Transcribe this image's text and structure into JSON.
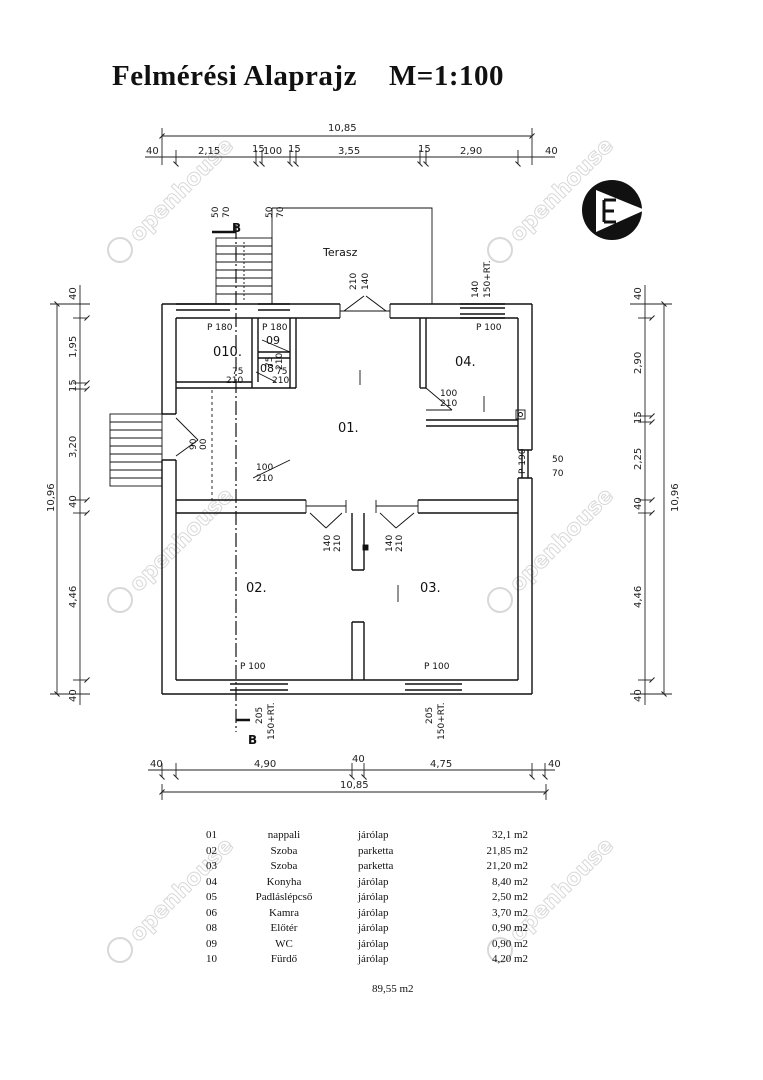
{
  "title": {
    "main": "Felmérési Alaprajz",
    "scale": "M=1:100"
  },
  "dimensions": {
    "top_total": "10,85",
    "top_parts": [
      "40",
      "2,15",
      "15",
      "100",
      "15",
      "3,55",
      "15",
      "2,90",
      "40"
    ],
    "bottom_total": "10,85",
    "bottom_parts": [
      "40",
      "4,90",
      "40",
      "4,75",
      "40"
    ],
    "left_total": "10,96",
    "left_parts": [
      "40",
      "1,95",
      "15",
      "3,20",
      "40",
      "4,46",
      "40"
    ],
    "right_total": "10,96",
    "right_parts": [
      "40",
      "2,90",
      "15",
      "2,25",
      "40",
      "4,46",
      "40"
    ]
  },
  "plan": {
    "rooms": [
      {
        "id": "01.",
        "label": "01."
      },
      {
        "id": "02.",
        "label": "02."
      },
      {
        "id": "03.",
        "label": "03."
      },
      {
        "id": "04.",
        "label": "04."
      },
      {
        "id": "010.",
        "label": "010."
      },
      {
        "id": "09",
        "label": "09"
      },
      {
        "id": "08",
        "label": "08"
      }
    ],
    "terrace": "Terasz",
    "section_marker": "B",
    "openings": {
      "p180a": "P 180",
      "p180b": "P 180",
      "p100_kitchen": "P 100",
      "p100_bl": "P 100",
      "p100_br": "P 100",
      "p190": "P 190",
      "d_top_210": "210",
      "d_top_140": "140",
      "w_kitchen_140": "140",
      "w_kitchen_150": "150+RT.",
      "w5070_a": "50",
      "w5070_b": "70",
      "top_w50": "50",
      "top_w70": "70",
      "top_w50b": "50",
      "top_w70b": "70",
      "d_kitchen_100": "100",
      "d_kitchen_210": "210",
      "d_living_100": "100",
      "d_living_210": "210",
      "d_75a": "75",
      "d_210a": "210",
      "d_75b": "75",
      "d_210b": "210",
      "d_75c": "75",
      "d_210c": "210",
      "d_left_90": "90",
      "d_left_00": "00",
      "d_mid_140a": "140",
      "d_mid_210a": "210",
      "d_mid_140b": "140",
      "d_mid_210b": "210",
      "w_bl_205": "205",
      "w_bl_150": "150+RT.",
      "w_br_205": "205",
      "w_br_150": "150+RT."
    }
  },
  "legend": [
    {
      "no": "01",
      "name": "nappali",
      "material": "járólap",
      "area": "32,1  m2"
    },
    {
      "no": "02",
      "name": "Szoba",
      "material": "parketta",
      "area": "21,85 m2"
    },
    {
      "no": "03",
      "name": "Szoba",
      "material": "parketta",
      "area": "21,20 m2"
    },
    {
      "no": "04",
      "name": "Konyha",
      "material": "járólap",
      "area": "8,40 m2"
    },
    {
      "no": "05",
      "name": "Padláslépcső",
      "material": "járólap",
      "area": "2,50 m2"
    },
    {
      "no": "06",
      "name": "Kamra",
      "material": "járólap",
      "area": "3,70 m2"
    },
    {
      "no": "08",
      "name": "Előtér",
      "material": "járólap",
      "area": "0,90 m2"
    },
    {
      "no": "09",
      "name": "WC",
      "material": "járólap",
      "area": "0,90 m2"
    },
    {
      "no": "10",
      "name": "Fürdő",
      "material": "járólap",
      "area": "4,20 m2"
    }
  ],
  "total": "89,55 m2",
  "watermark": "openhouse",
  "icons": {
    "logo": "triangle-logo-icon",
    "north": "section-arrow-icon"
  }
}
